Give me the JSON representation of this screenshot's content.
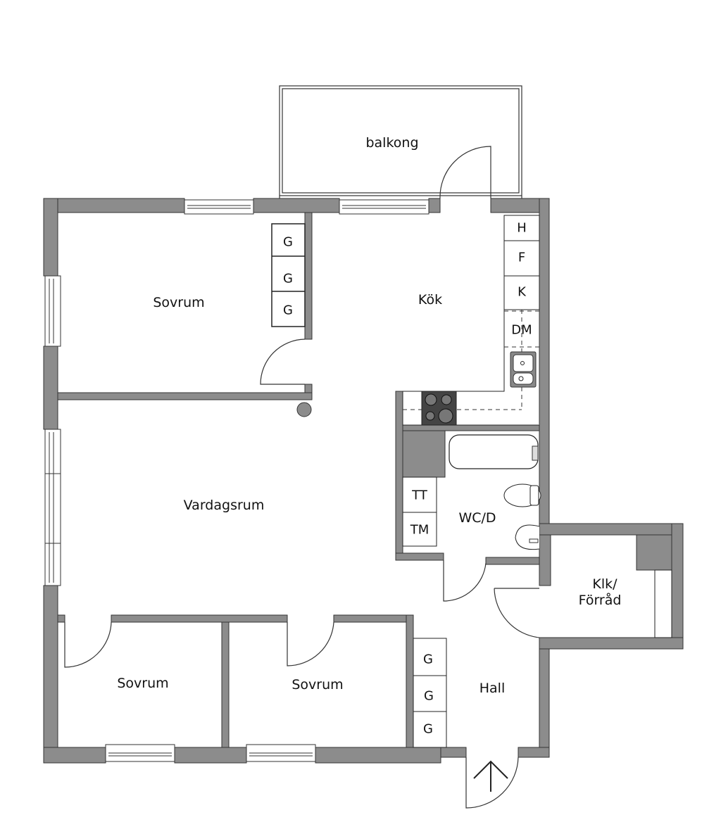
{
  "colors": {
    "wall": "#8c8c8c",
    "line": "#222222",
    "background": "#ffffff",
    "appliance_dark": "#444444"
  },
  "rooms": {
    "balkong": "balkong",
    "sovrum_top": "Sovrum",
    "kok": "Kök",
    "vardagsrum": "Vardagsrum",
    "wcd": "WC/D",
    "klk": "Klk/",
    "forrad": "Förråd",
    "sovrum_bottom_left": "Sovrum",
    "sovrum_bottom_mid": "Sovrum",
    "hall": "Hall"
  },
  "fixtures": {
    "wardrobe_top": [
      "G",
      "G",
      "G"
    ],
    "wardrobe_hall": [
      "G",
      "G",
      "G"
    ],
    "kitchen_column": [
      "H",
      "F",
      "K",
      "DM"
    ],
    "laundry": [
      "TT",
      "TM"
    ]
  },
  "icons": {
    "entrance": "entrance-arrow-icon",
    "stove": "stove-icon",
    "sink": "sink-icon",
    "bathtub": "bathtub-icon",
    "toilet": "toilet-icon",
    "washbasin": "washbasin-icon",
    "pillar": "pillar-icon"
  }
}
